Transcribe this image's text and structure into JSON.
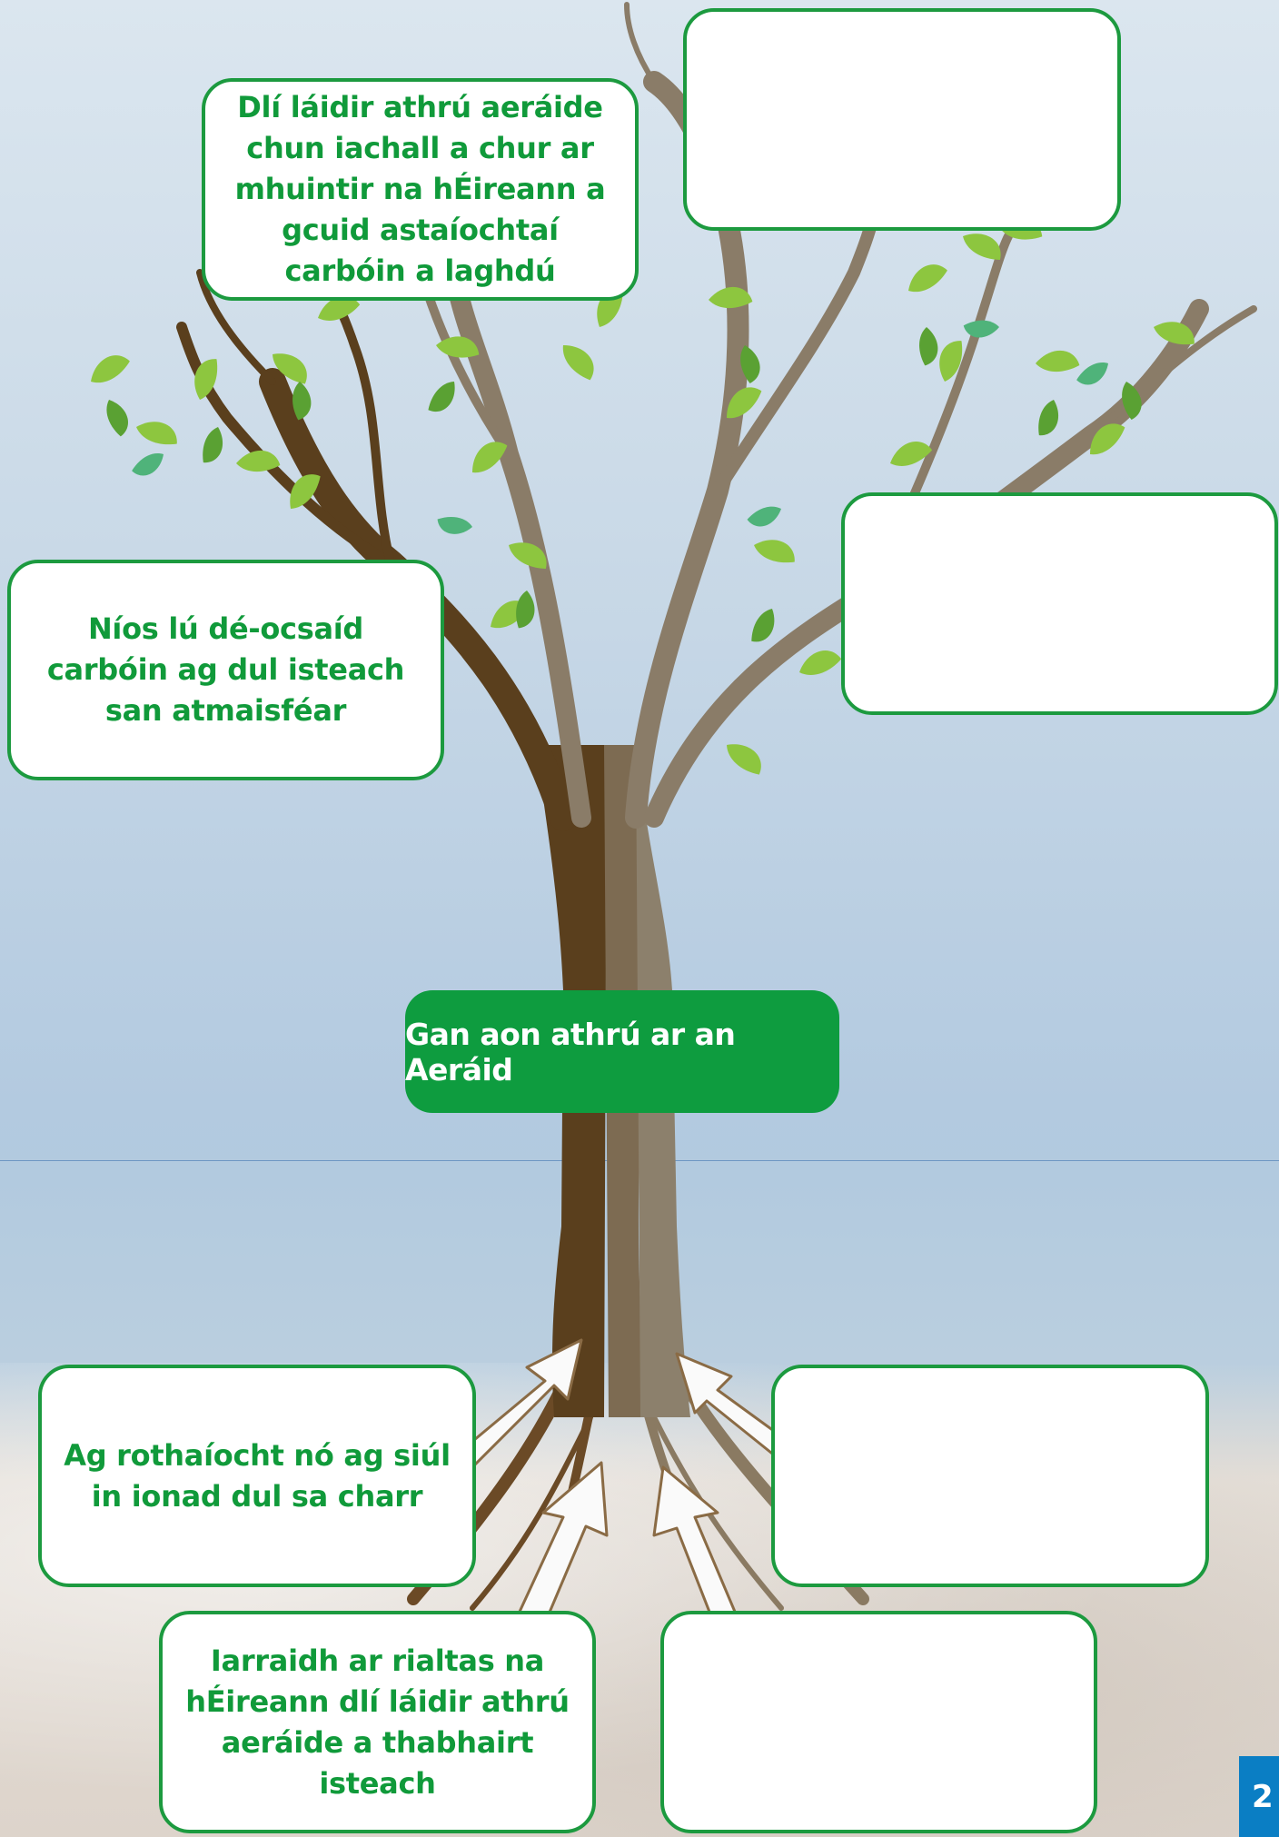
{
  "center_label": "Gan aon athrú ar an Aeráid",
  "boxes": {
    "top_left": "Dlí láidir athrú aeráide chun iachall a chur ar mhuintir na hÉireann a gcuid astaíochtaí carbóin a laghdú",
    "top_right": "",
    "mid_left": "Níos lú dé-ocsaíd carbóin ag dul isteach san atmaisféar",
    "mid_right": "",
    "root_left_upper": "Ag rothaíocht nó ag siúl in ionad dul sa charr",
    "root_right_upper": "",
    "root_left_lower": "Iarraidh ar rialtas na hÉireann dlí láidir athrú aeráide a thabhairt isteach",
    "root_right_lower": ""
  },
  "page_number": "2",
  "colors": {
    "box_border": "#1c9a3f",
    "box_text": "#109a3a",
    "center_fill": "#0e9c3f",
    "page_tab": "#0a7ec4"
  }
}
